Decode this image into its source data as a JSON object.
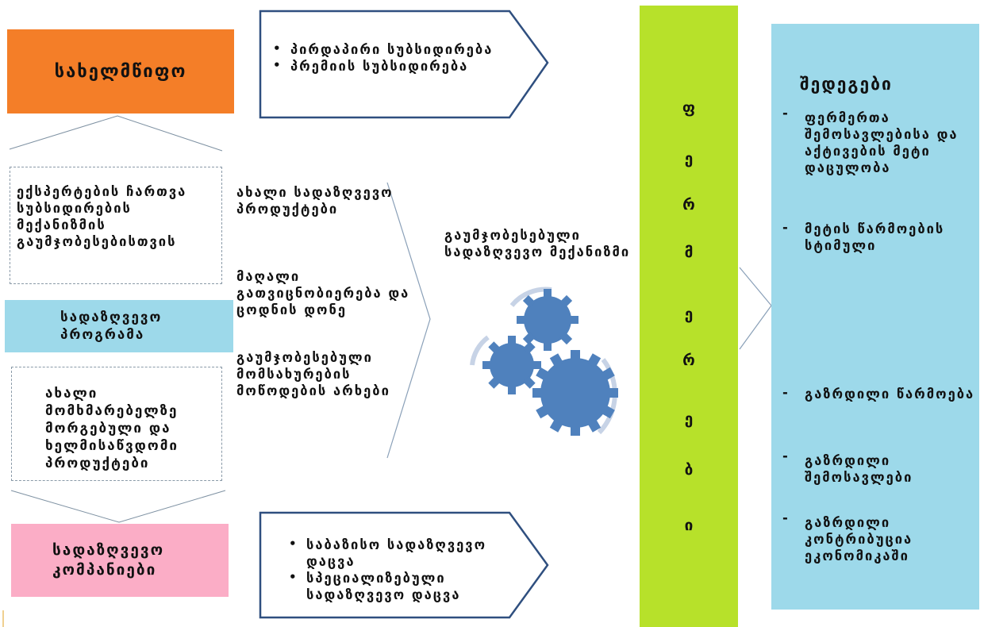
{
  "state": {
    "label": "სახელმწიფო"
  },
  "subsidies": {
    "items": [
      "პირდაპირი სუბსიდირება",
      "პრემიის სუბსიდირება"
    ]
  },
  "experts": {
    "text": "ექსპერტების ჩართვა სუბსიდირების მექანიზმის გაუმჯობესებისთვის"
  },
  "program": {
    "label": "სადაზღვევო პროგრამა"
  },
  "products": {
    "text": "ახალი მომხმარებელზე მორგებული და ხელმისაწვდომი პროდუქტები"
  },
  "companies": {
    "label": "სადაზღვევო კომპანიები"
  },
  "insurance": {
    "items": [
      "საბაზისო სადაზღვევო დაცვა",
      "სპეციალიზებული სადაზღვევო დაცვა"
    ]
  },
  "middle": {
    "item1": "ახალი სადაზღვევო პროდუქტები",
    "item2": "მაღალი გათვიცნობიერება და ცოდნის დონე",
    "item3": "გაუმჯობესებული მომსახურების მოწოდების არხები"
  },
  "mechanism": {
    "label": "გაუმჯობესებული სადაზღვევო მექანიზმი"
  },
  "farmers": {
    "letters": [
      "ფ",
      "ე",
      "რ",
      "მ",
      "ე",
      "რ",
      "ე",
      "ბ",
      "ი"
    ]
  },
  "results": {
    "title": "შედეგები",
    "items": [
      "ფერმერთა შემოსავლებისა და აქტივების მეტი დაცულობა",
      "მეტის წარმოების სტიმული",
      "გაზრდილი წარმოება",
      "გაზრდილი შემოსავლები",
      "გაზრდილი კონტრიბუცია ეკონომიკაში"
    ]
  },
  "colors": {
    "state": "#f47e28",
    "program": "#9dd9ea",
    "companies": "#fbadc6",
    "farmers_bar": "#b7e12a",
    "results": "#9dd9ea",
    "gears": "#4f81bd",
    "arrow_outline": "#2f4f7f"
  }
}
